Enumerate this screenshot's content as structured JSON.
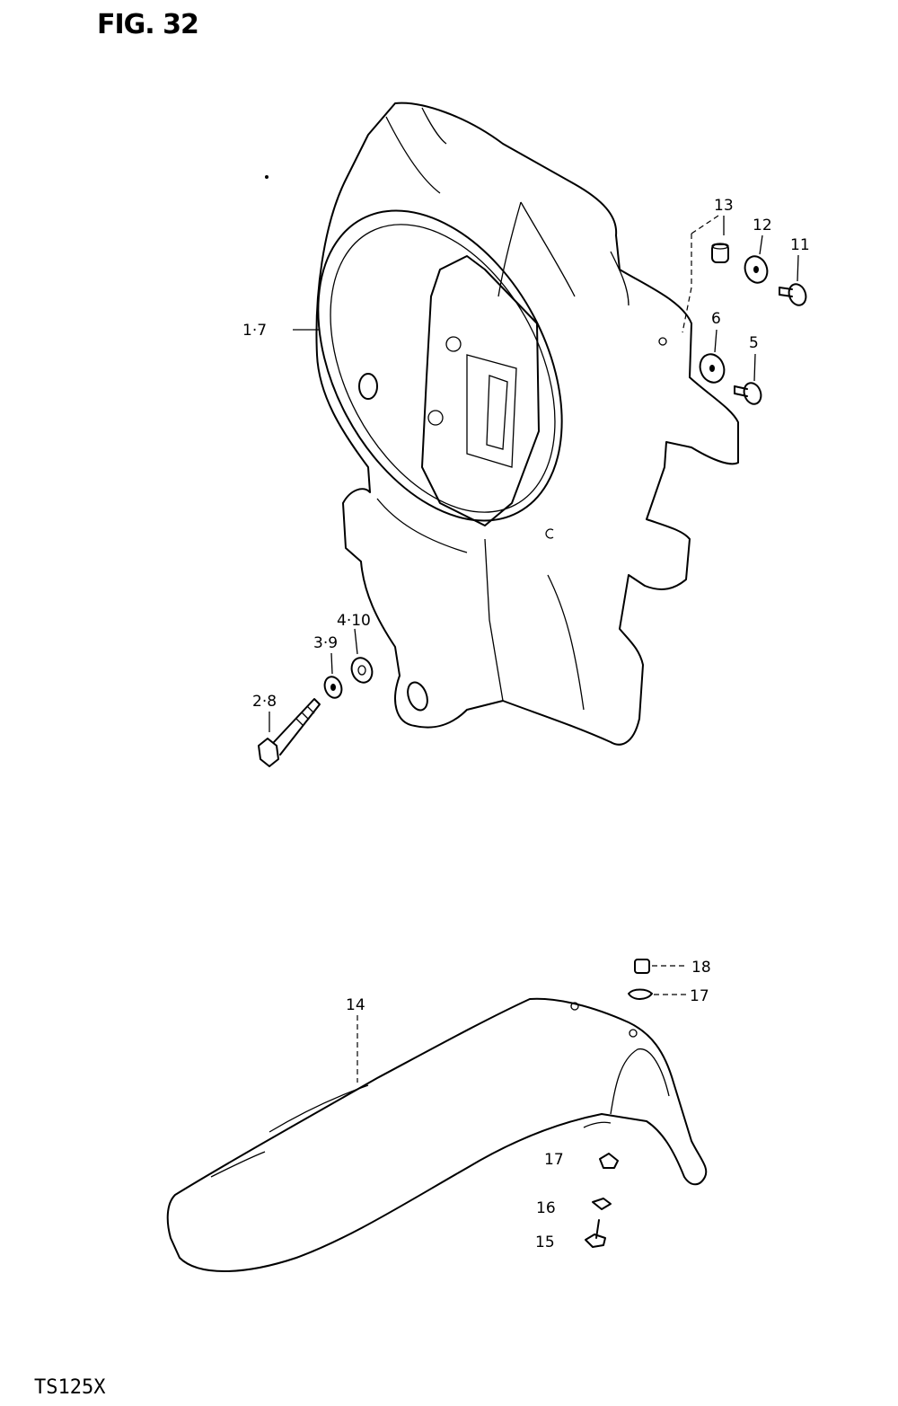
{
  "figure": {
    "title": "FIG. 32"
  },
  "model": "TS125X",
  "callouts": {
    "c1_7": "1·7",
    "c2_8": "2·8",
    "c3_9": "3·9",
    "c4_10": "4·10",
    "c5": "5",
    "c6": "6",
    "c11": "11",
    "c12": "12",
    "c13": "13",
    "c14": "14",
    "c15": "15",
    "c16": "16",
    "c17a": "17",
    "c17b": "17",
    "c18": "18"
  }
}
